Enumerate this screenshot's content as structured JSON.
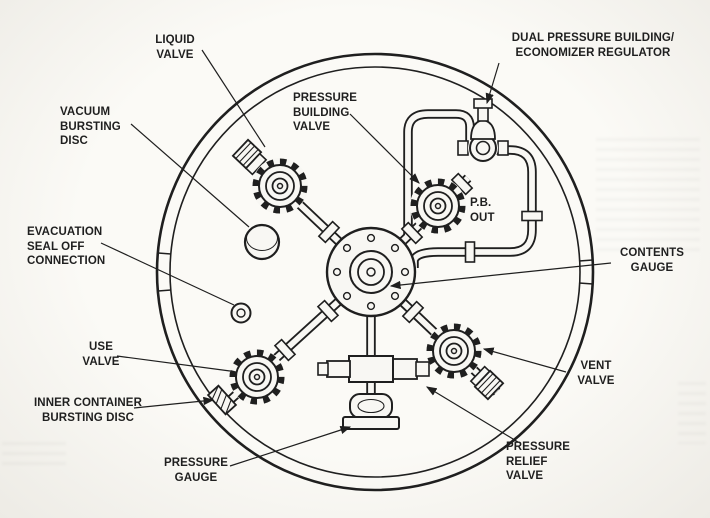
{
  "figure": {
    "colors": {
      "ink": "#1f1f1f",
      "fill": "#f8f7f3",
      "paper": "#fbfaf6"
    },
    "labels": {
      "liquid_valve": "LIQUID\nVALVE",
      "dual_pressure_regulator": "DUAL PRESSURE BUILDING/\nECONOMIZER REGULATOR",
      "vacuum_bursting_disc": "VACUUM\nBURSTING\nDISC",
      "pressure_building_valve": "PRESSURE\nBUILDING\nVALVE",
      "pb_out": "P.B.\nOUT",
      "evacuation_seal_off_connection": "EVACUATION\nSEAL OFF\nCONNECTION",
      "contents_gauge": "CONTENTS\nGAUGE",
      "use_valve": "USE\nVALVE",
      "vent_valve": "VENT\nVALVE",
      "inner_container_bursting_disc": "INNER CONTAINER\nBURSTING DISC",
      "pressure_gauge": "PRESSURE\nGAUGE",
      "pressure_relief_valve": "PRESSURE\nRELIEF\nVALVE"
    }
  }
}
